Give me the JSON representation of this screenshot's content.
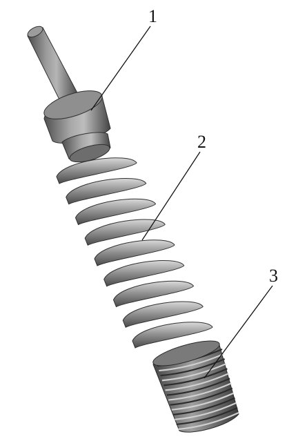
{
  "figure": {
    "parts": [
      {
        "id": "part-1",
        "label": "1",
        "kind": "shaft"
      },
      {
        "id": "part-2",
        "label": "2",
        "kind": "helical-spring"
      },
      {
        "id": "part-3",
        "label": "3",
        "kind": "threaded-sleeve"
      }
    ]
  },
  "colors": {
    "background": "#ffffff",
    "metal_dark": "#5a5a5a",
    "metal_mid": "#8a8a8a",
    "metal_light": "#c8c8c8",
    "line": "#111111"
  }
}
